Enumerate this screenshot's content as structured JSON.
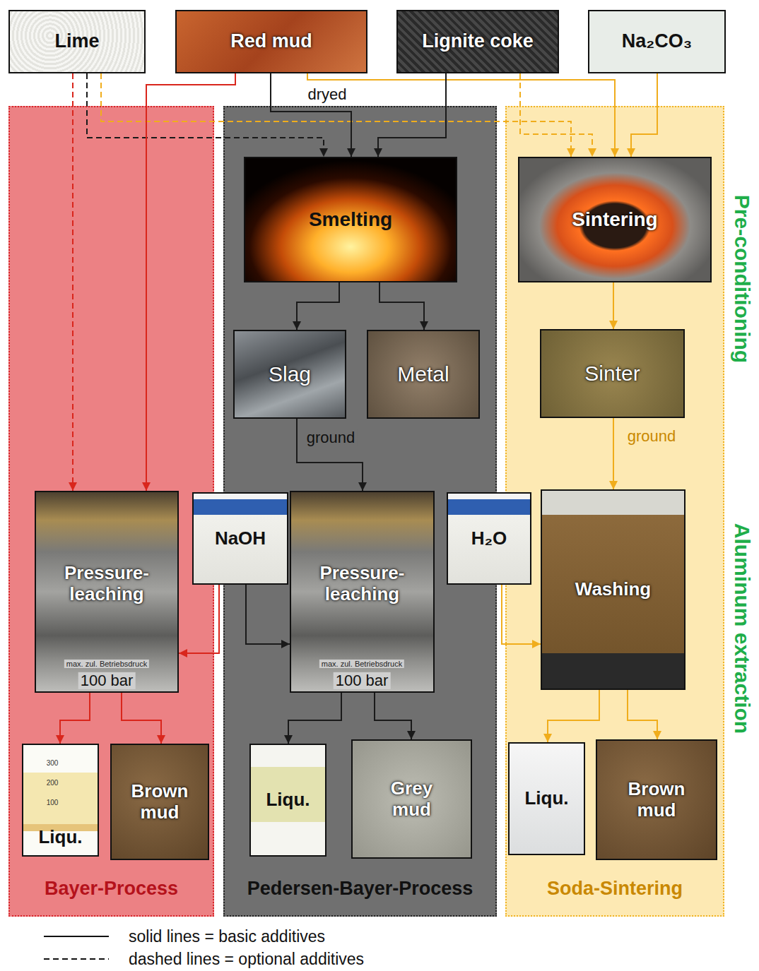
{
  "diagram": {
    "nodes": [
      {
        "text": [
          "Lime"
        ]
      },
      {
        "text": [
          "Red mud"
        ]
      },
      {
        "text": [
          "Lignite coke"
        ]
      },
      {
        "text": [
          "Na₂CO₃"
        ]
      },
      {
        "text": [
          "Bayer-Process"
        ]
      },
      {
        "text": [
          "Pedersen-Bayer-Process"
        ]
      },
      {
        "text": [
          "Soda-Sintering"
        ]
      },
      {
        "text": [
          "Smelting"
        ],
        "in": 5
      },
      {
        "text": [
          "Sintering"
        ],
        "in": 6
      },
      {
        "text": [
          "Slag"
        ],
        "in": 5
      },
      {
        "text": [
          "Metal"
        ],
        "in": 5
      },
      {
        "text": [
          "Sinter"
        ],
        "in": 6
      },
      {
        "text": [
          "Pressure- leaching"
        ],
        "in": 4
      },
      {
        "text": [
          "NaOH"
        ]
      },
      {
        "text": [
          "Pressure- leaching"
        ],
        "in": 5
      },
      {
        "text": [
          "H₂O"
        ]
      },
      {
        "text": [
          "Washing"
        ],
        "in": 6
      },
      {
        "text": [
          "Liqu."
        ],
        "in": 4
      },
      {
        "text": [
          "Brown mud"
        ],
        "in": 4
      },
      {
        "text": [
          "Liqu."
        ],
        "in": 5
      },
      {
        "text": [
          "Grey mud"
        ],
        "in": 5
      },
      {
        "text": [
          "Liqu."
        ],
        "in": 6
      },
      {
        "text": [
          "Brown mud"
        ],
        "in": 6
      }
    ],
    "edges": [
      {
        "from": 0,
        "to": 12,
        "arrow": "to"
      },
      {
        "from": 0,
        "to": 7,
        "arrow": "to"
      },
      {
        "from": 0,
        "to": 8,
        "arrow": "to"
      },
      {
        "from": 1,
        "to": 12,
        "arrow": "to"
      },
      {
        "from": 1,
        "to": 7,
        "label": "dryed",
        "arrow": "to"
      },
      {
        "from": 1,
        "to": 8,
        "arrow": "to"
      },
      {
        "from": 2,
        "to": 7,
        "arrow": "to"
      },
      {
        "from": 2,
        "to": 8,
        "arrow": "to"
      },
      {
        "from": 3,
        "to": 8,
        "arrow": "to"
      },
      {
        "from": 7,
        "to": 9,
        "arrow": "to"
      },
      {
        "from": 7,
        "to": 10,
        "arrow": "to"
      },
      {
        "from": 9,
        "to": 14,
        "label": "ground",
        "arrow": "to"
      },
      {
        "from": 8,
        "to": 11,
        "arrow": "to"
      },
      {
        "from": 11,
        "to": 16,
        "label": "ground",
        "arrow": "to"
      },
      {
        "from": 13,
        "to": 12,
        "arrow": "to"
      },
      {
        "from": 13,
        "to": 14,
        "arrow": "to"
      },
      {
        "from": 15,
        "to": 16,
        "arrow": "to"
      },
      {
        "from": 12,
        "to": 17,
        "arrow": "to"
      },
      {
        "from": 12,
        "to": 18,
        "arrow": "to"
      },
      {
        "from": 14,
        "to": 19,
        "arrow": "to"
      },
      {
        "from": 14,
        "to": 20,
        "arrow": "to"
      },
      {
        "from": 16,
        "to": 21,
        "arrow": "to"
      },
      {
        "from": 16,
        "to": 22,
        "arrow": "to"
      }
    ],
    "labels": [
      "Pre-conditioning",
      "Aluminum extraction",
      "max. zul. Betriebsdruck",
      "100 bar",
      "max. zul. Betriebsdruck",
      "100 bar",
      "300",
      "200",
      "100"
    ],
    "legend": [
      {
        "text": "solid lines = basic additives"
      },
      {
        "text": "dashed lines = optional additives"
      }
    ]
  }
}
